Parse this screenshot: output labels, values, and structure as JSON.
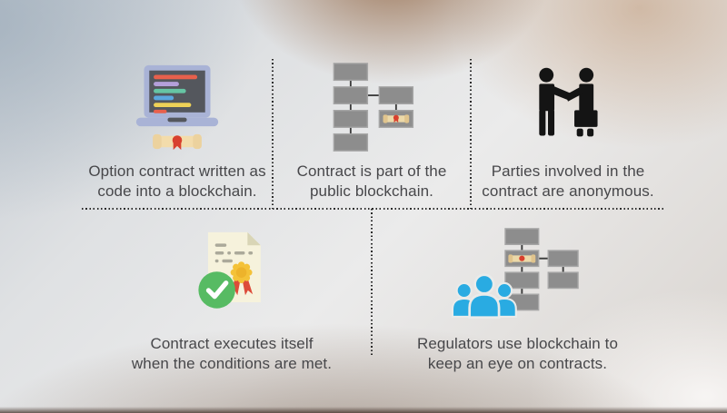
{
  "infographic": {
    "title_hint": "smart contract blockchain infographic",
    "cards": [
      {
        "icon": "laptop-code-icon",
        "lines": [
          "Option contract written as",
          "code into a blockchain."
        ]
      },
      {
        "icon": "blockchain-contract-icon",
        "lines": [
          "Contract is part of the",
          "public blockchain."
        ]
      },
      {
        "icon": "handshake-anonymous-icon",
        "lines": [
          "Parties involved in the",
          "contract are anonymous."
        ]
      },
      {
        "icon": "certificate-check-icon",
        "lines": [
          "Contract executes itself",
          "when the conditions are met."
        ]
      },
      {
        "icon": "regulators-blockchain-icon",
        "lines": [
          "Regulators use blockchain to",
          "keep an eye on contracts."
        ]
      }
    ],
    "colors": {
      "text": "#47474a",
      "divider": "#2b2b2b",
      "block_gray": "#8d8d8d",
      "people_blue": "#29abe2",
      "check_green": "#57bb63",
      "scroll_tan": "#f3dcab",
      "seal_red": "#d8402e",
      "laptop_frame": "#a9b3d6",
      "screen_dark": "#54575d",
      "code_red": "#e8604c",
      "code_purple": "#b49fd9",
      "code_green": "#66c5a4",
      "code_blue": "#5ba7de",
      "code_yellow": "#eed157",
      "rosette_gold": "#f4c238",
      "paper_cream": "#f6f2dc",
      "silhouette_black": "#141414"
    }
  }
}
